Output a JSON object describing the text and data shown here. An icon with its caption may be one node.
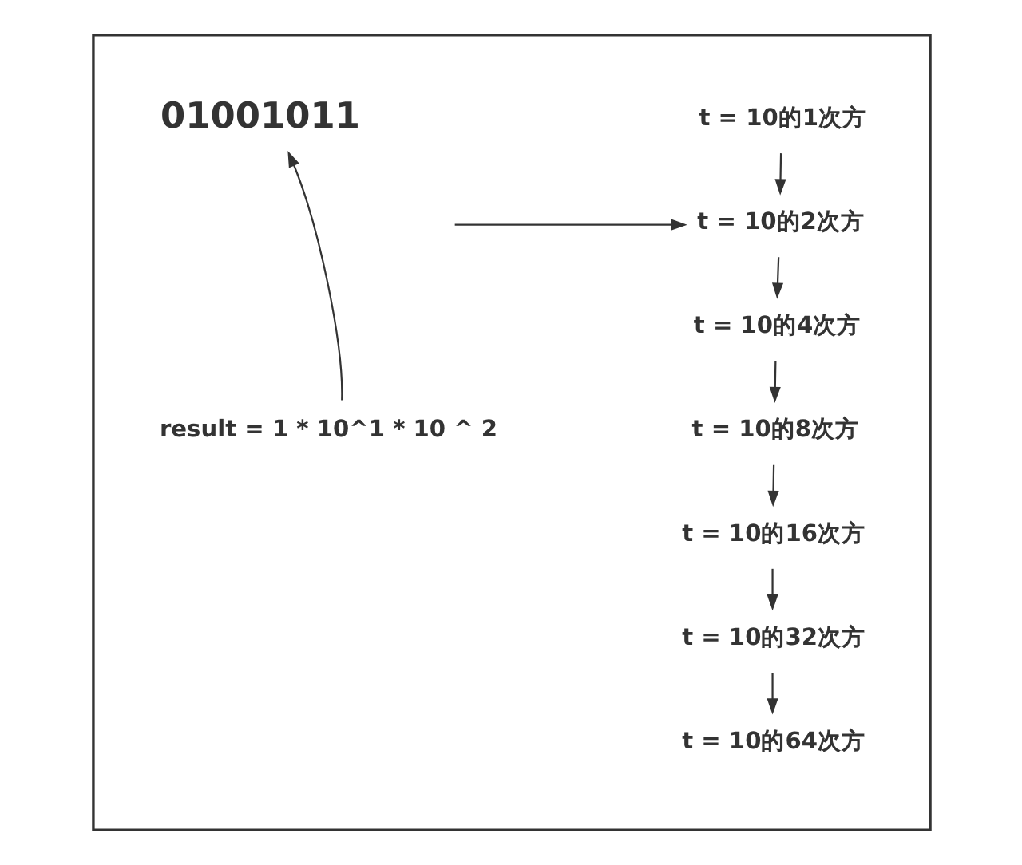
{
  "diagram": {
    "nodes": [
      {
        "text": [],
        "shape": "box"
      },
      {
        "text": [
          "01001011"
        ],
        "in": 0
      },
      {
        "text": [
          "result = 1 * 10^1 * 10 ^ 2"
        ],
        "in": 0
      },
      {
        "text": [
          "t = 10的1次方"
        ],
        "in": 0
      },
      {
        "text": [
          "t = 10的2次方"
        ],
        "in": 0
      },
      {
        "text": [
          "t = 10的4次方"
        ],
        "in": 0
      },
      {
        "text": [
          "t = 10的8次方"
        ],
        "in": 0
      },
      {
        "text": [
          "t = 10的16次方"
        ],
        "in": 0
      },
      {
        "text": [
          "t = 10的32次方"
        ],
        "in": 0
      },
      {
        "text": [
          "t = 10的64次方"
        ],
        "in": 0
      }
    ],
    "edges": [
      {
        "from": 2,
        "to": 1,
        "arrow": "to"
      },
      {
        "from": 3,
        "to": 4,
        "arrow": "to"
      },
      {
        "from": 4,
        "to": 5,
        "arrow": "to"
      },
      {
        "from": 5,
        "to": 6,
        "arrow": "to"
      },
      {
        "from": 6,
        "to": 7,
        "arrow": "to"
      },
      {
        "from": 7,
        "to": 8,
        "arrow": "to"
      },
      {
        "from": 8,
        "to": 9,
        "arrow": "to"
      },
      {
        "from": null,
        "to": 4,
        "arrow": "to"
      }
    ]
  }
}
